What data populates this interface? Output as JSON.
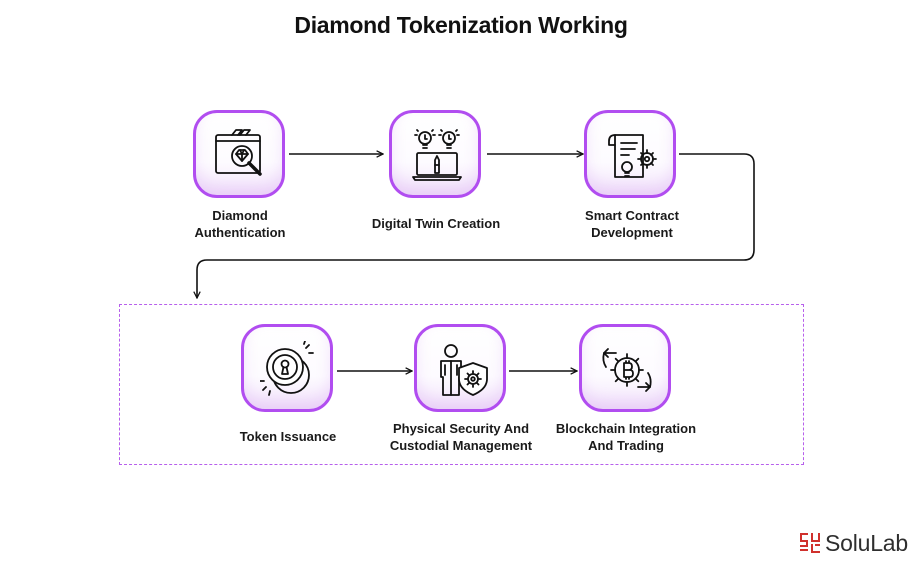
{
  "title": "Diamond Tokenization Working",
  "steps": [
    {
      "label_lines": [
        "Diamond",
        "Authentication"
      ],
      "icon": "diamond-inspection-icon"
    },
    {
      "label_lines": [
        "Digital Twin Creation"
      ],
      "icon": "digital-twin-icon"
    },
    {
      "label_lines": [
        "Smart Contract",
        "Development"
      ],
      "icon": "smart-contract-icon"
    },
    {
      "label_lines": [
        "Token Issuance"
      ],
      "icon": "token-coins-icon"
    },
    {
      "label_lines": [
        "Physical Security And",
        "Custodial Management"
      ],
      "icon": "security-shield-icon"
    },
    {
      "label_lines": [
        "Blockchain Integration",
        "And Trading"
      ],
      "icon": "bitcoin-cycle-icon"
    }
  ],
  "logo": {
    "text": "SoluLab",
    "icon": "solulab-logo-icon"
  },
  "colors": {
    "accent": "#b14df0",
    "dashed_border": "#b760ec",
    "logo_red": "#d0312d"
  }
}
